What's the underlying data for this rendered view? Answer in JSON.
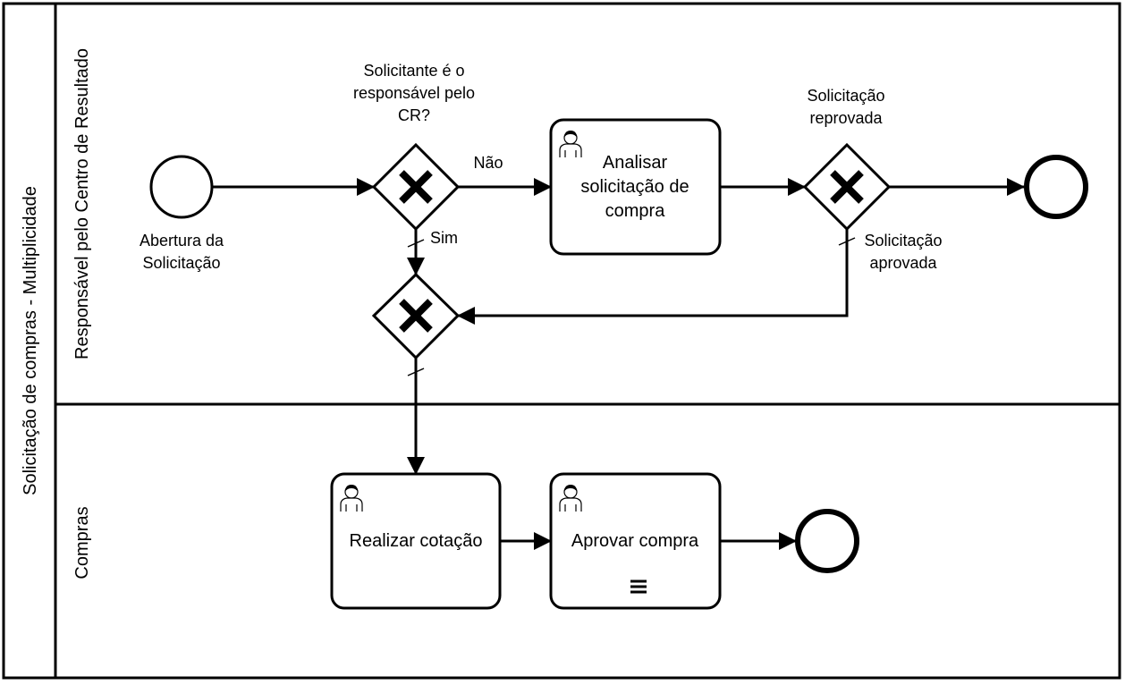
{
  "pool": {
    "label": "Solicitação de compras - Multiplicidade"
  },
  "lanes": {
    "responsavel": {
      "label": "Responsável pelo Centro de Resultado"
    },
    "compras": {
      "label": "Compras"
    }
  },
  "events": {
    "start": {
      "label_lines": [
        "Abertura da",
        "Solicitação"
      ]
    }
  },
  "gateways": {
    "g1": {
      "label_lines": [
        "Solicitante é o",
        "responsável pelo",
        "CR?"
      ]
    },
    "g3": {
      "label_lines": [
        "Solicitação",
        "reprovada"
      ]
    }
  },
  "tasks": {
    "analisar": {
      "label_lines": [
        "Analisar",
        "solicitação de",
        "compra"
      ],
      "icon": "user-icon"
    },
    "cotacao": {
      "label_lines": [
        "Realizar cotação"
      ],
      "icon": "user-icon"
    },
    "aprovar": {
      "label_lines": [
        "Aprovar compra"
      ],
      "icon": "user-icon",
      "marker": "multi-instance-sequential-icon"
    }
  },
  "flows": {
    "nao": {
      "label": "Não"
    },
    "sim": {
      "label": "Sim"
    },
    "aprovada": {
      "label_lines": [
        "Solicitação",
        "aprovada"
      ]
    }
  }
}
